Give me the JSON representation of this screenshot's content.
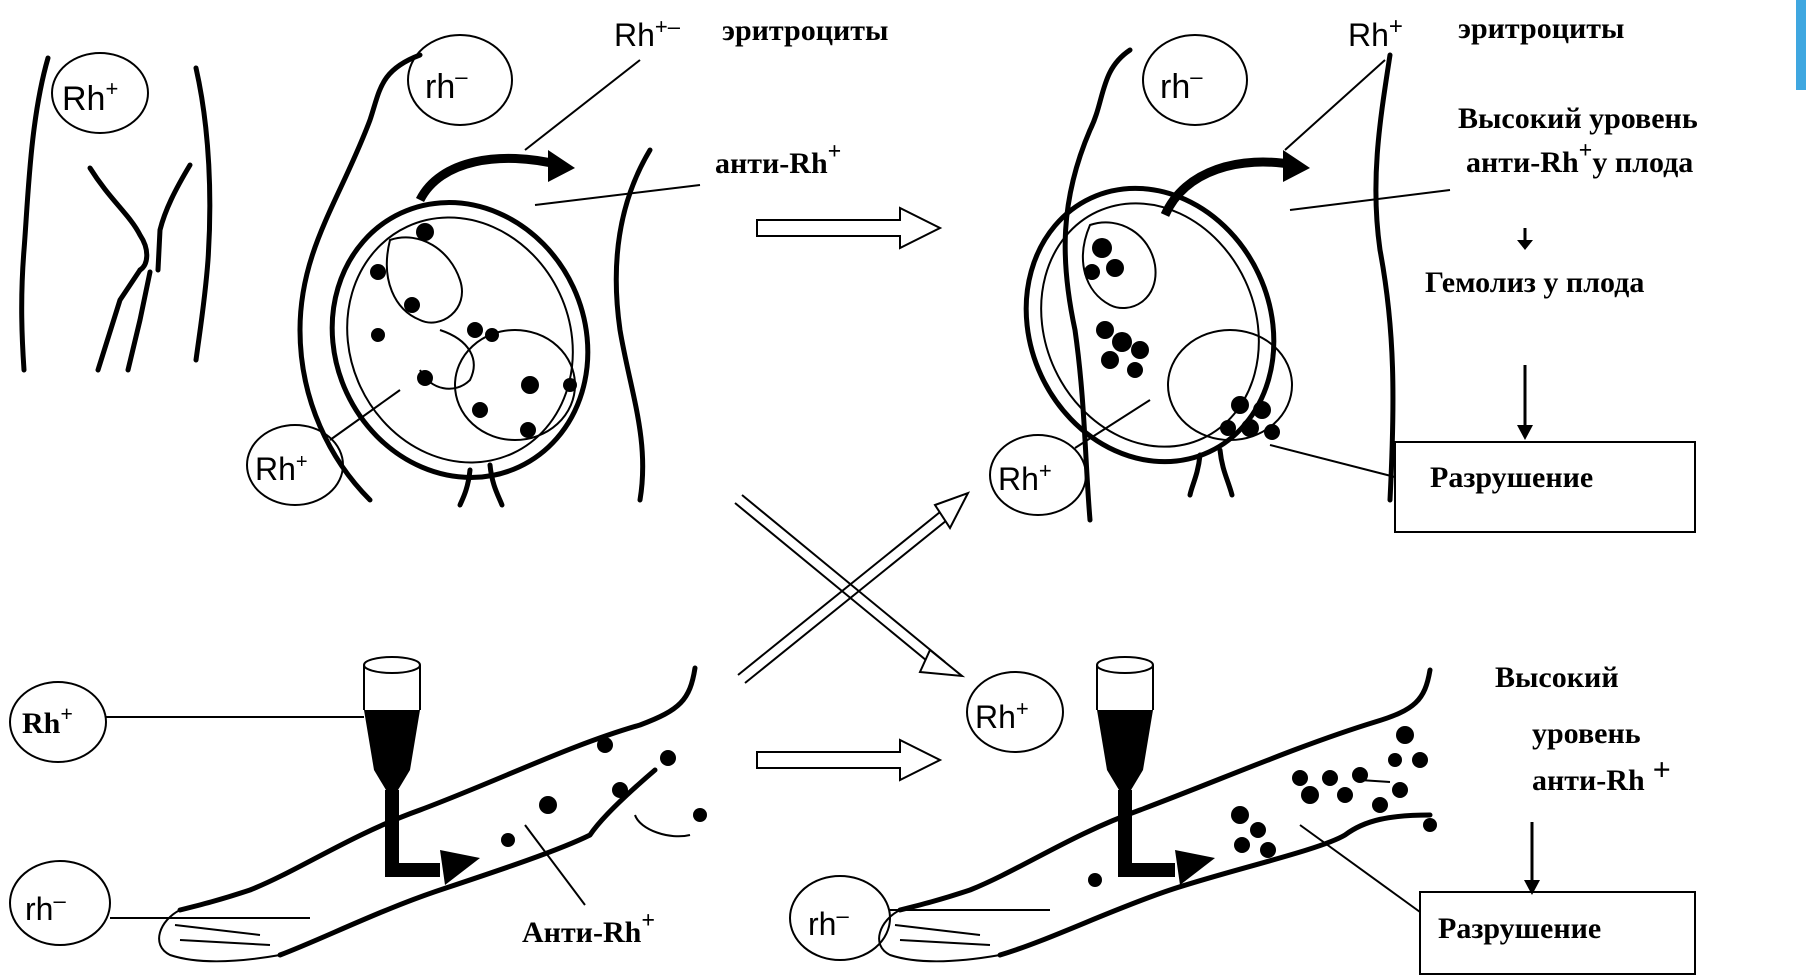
{
  "labels": {
    "rh_pos": "Rh",
    "rh_neg": "rh",
    "sup_plus": "+",
    "sup_minus": "–",
    "sup_plus_minus": "+–",
    "rh_plus_top_left": "Rh+",
    "erythrocytes": "эритроциты",
    "anti_rh": "анти-Rh",
    "anti_rh_cap": "Анти-Rh",
    "high_level_line1": "Высокий уровень",
    "high_level_line2_a": "анти-Rh",
    "high_level_line2_b": "у плода",
    "hemolysis": "Гемолиз у плода",
    "destruction_top": "Разрушение",
    "destruction_bottom": "Разрушение",
    "high_word": "Высокий",
    "level_word": "уровень",
    "anti_rh_bottom": "анти-Rh"
  },
  "colors": {
    "ink": "#000000",
    "paper": "#ffffff",
    "edge_accent": "#3fa7e0"
  }
}
